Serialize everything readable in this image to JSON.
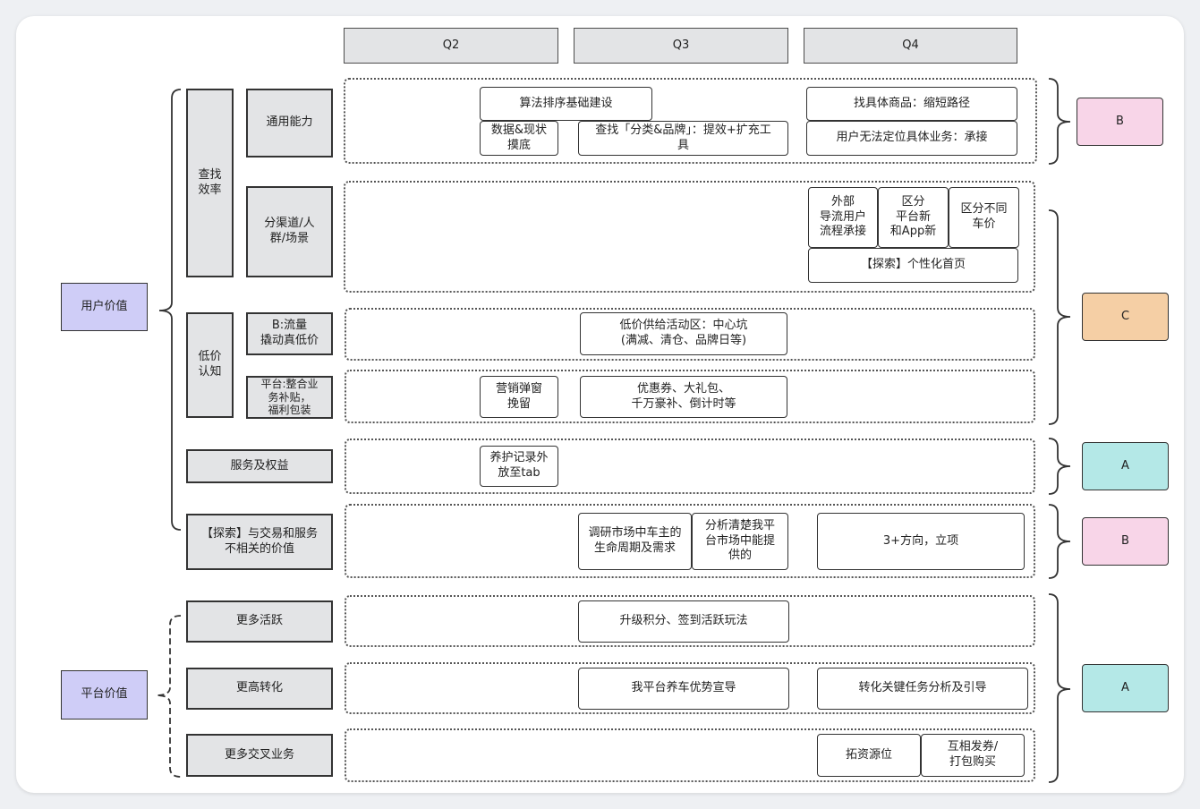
{
  "quarters": {
    "q2": "Q2",
    "q3": "Q3",
    "q4": "Q4"
  },
  "user_value": {
    "label": "用户价值",
    "find_efficiency": {
      "label": "查找\n效率",
      "general": {
        "label": "通用能力",
        "algo_sort": "算法排序基础建设",
        "data_baseline": "数据&现状\n摸底",
        "category_brand": "查找「分类&品牌」：提效+扩充工\n具",
        "find_product": "找具体商品：缩短路径",
        "locate_business": "用户无法定位具体业务：承接"
      },
      "channel": {
        "label": "分渠道/人\n群/场景",
        "external_flow": "外部\n导流用户\n流程承接",
        "platform_app_new": "区分\n平台新\n和App新",
        "car_price": "区分不同\n车价",
        "personalized_home": "【探索】个性化首页"
      }
    },
    "low_price": {
      "label": "低价\n认知",
      "b_traffic": {
        "label": "B:流量\n撬动真低价",
        "activity_zone": "低价供给活动区：中心坑\n(满减、清仓、品牌日等)"
      },
      "platform_subsidy": {
        "label": "平台:整合业\n务补贴，\n福利包装",
        "marketing_popup": "营销弹窗\n挽留",
        "coupons": "优惠券、大礼包、\n千万豪补、倒计时等"
      }
    },
    "service": {
      "label": "服务及权益",
      "maintenance_tab": "养护记录外\n放至tab"
    },
    "explore": {
      "label": "【探索】与交易和服务\n不相关的价值",
      "research_lifecycle": "调研市场中车主的\n生命周期及需求",
      "analyze_offer": "分析清楚我平\n台市场中能提\n供的",
      "directions": "3+方向，立项"
    }
  },
  "platform_value": {
    "label": "平台价值",
    "more_active": {
      "label": "更多活跃",
      "points_checkin": "升级积分、签到活跃玩法"
    },
    "higher_conversion": {
      "label": "更高转化",
      "advantage_promo": "我平台养车优势宣导",
      "task_analysis": "转化关键任务分析及引导"
    },
    "cross_business": {
      "label": "更多交叉业务",
      "source_expansion": "拓资源位",
      "coupon_bundle": "互相发券/\n打包购买"
    }
  },
  "priority_tags": {
    "b1": "B",
    "c": "C",
    "a1": "A",
    "b2": "B",
    "a2": "A"
  },
  "colors": {
    "lavender": "#cfcdf7",
    "pink": "#f8d5e8",
    "peach": "#f5cfa5",
    "teal": "#b4e8e7",
    "header_grey": "#e3e4e6"
  }
}
